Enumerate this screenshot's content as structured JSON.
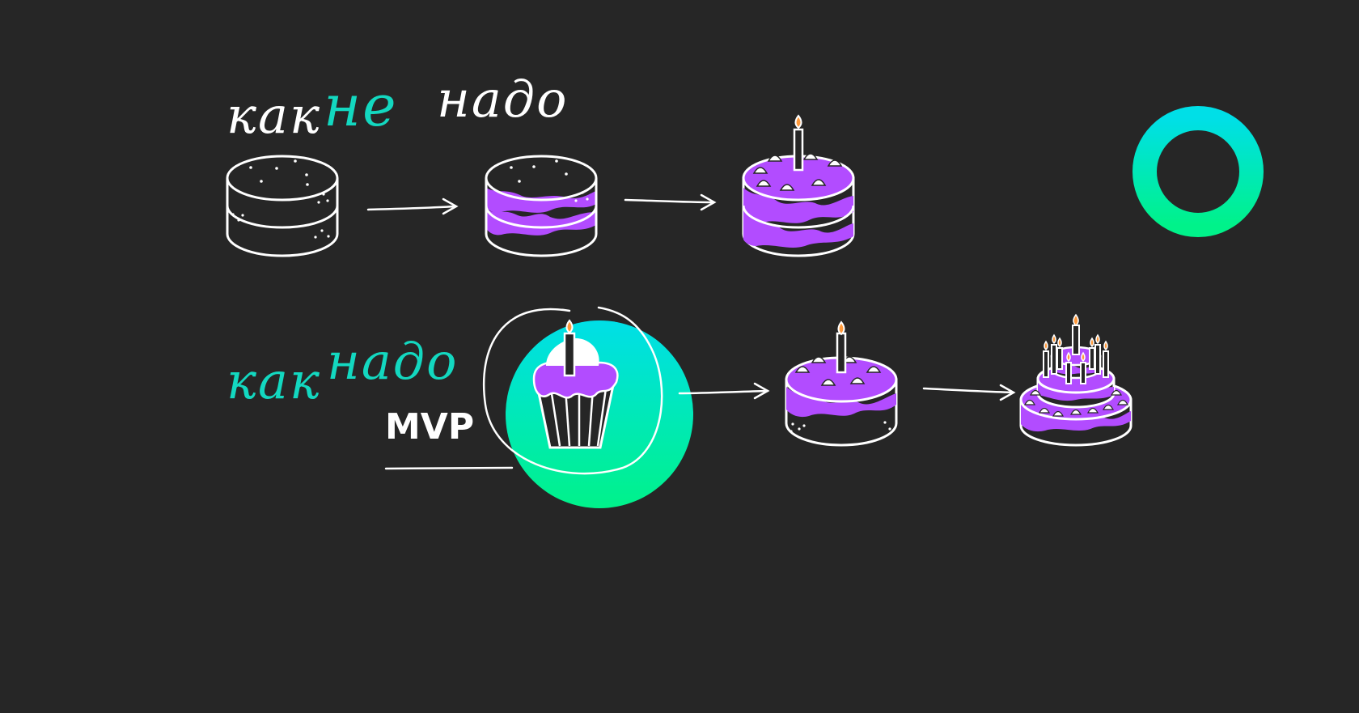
{
  "colors": {
    "background": "#262626",
    "line": "#ffffff",
    "accent_teal": "#00dfe0",
    "accent_green": "#00f28a",
    "cream": "#7b3fd6",
    "frosting": "#b24cff",
    "flame": "#ff9a3c"
  },
  "rows": [
    {
      "heading_parts": [
        "как",
        "не",
        "надо"
      ],
      "heading_colors": [
        "#ffffff",
        "#13d8c0",
        "#ffffff"
      ],
      "steps": [
        "plain-cake-layers-icon",
        "layered-cake-icon",
        "decorated-cake-candle-icon"
      ]
    },
    {
      "heading_parts": [
        "как",
        "надо"
      ],
      "heading_colors": [
        "#13d8c0",
        "#13d8c0"
      ],
      "mvp_label": "MVP",
      "steps": [
        "cupcake-icon",
        "small-cake-candle-icon",
        "tiered-cake-candles-icon"
      ]
    }
  ],
  "decorations": [
    "gradient-ring-icon",
    "gradient-circle-blob"
  ]
}
